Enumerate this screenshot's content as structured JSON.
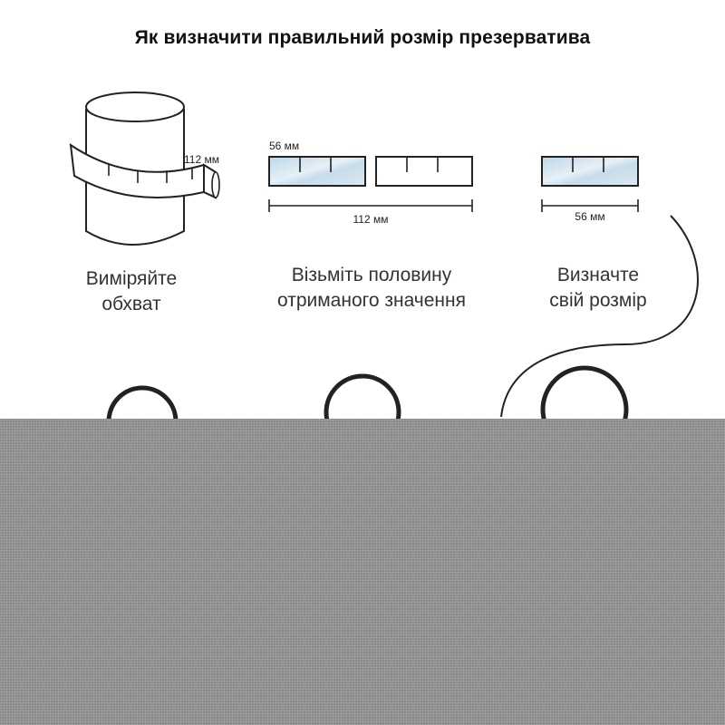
{
  "title": "Як визначити правильний розмір презерватива",
  "steps": [
    {
      "label": "Виміряйте обхват",
      "caption_line1": "Виміряйте",
      "caption_line2": "обхват",
      "measure": "112 мм"
    },
    {
      "label": "Візьміть половину отриманого значення",
      "caption_line1": "Візьміть половину",
      "caption_line2": "отриманого значення",
      "segment": "56 мм",
      "total": "112 мм"
    },
    {
      "label": "Визначте свій розмір",
      "caption_line1": "Визначте",
      "caption_line2": "свій розмір",
      "measure": "56 мм"
    }
  ],
  "colors": {
    "tape_fill": "#cfe1ee",
    "outline": "#222222",
    "overlay": "#8a8a8a"
  }
}
